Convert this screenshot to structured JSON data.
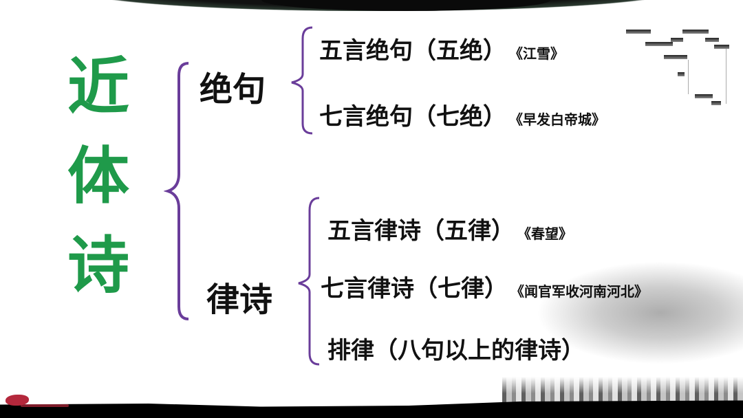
{
  "title": "近体诗",
  "title_chars": [
    "近",
    "体",
    "诗"
  ],
  "colors": {
    "title_green": "#1f9a4a",
    "brace_purple": "#6a3d9a",
    "text": "#111111"
  },
  "categories": [
    {
      "label": "绝句",
      "items": [
        {
          "label": "五言绝句（五绝）",
          "example": "《江雪》"
        },
        {
          "label": "七言绝句（七绝）",
          "example": "《早发白帝城》"
        }
      ]
    },
    {
      "label": "律诗",
      "items": [
        {
          "label": "五言律诗（五律）",
          "example": "《春望》"
        },
        {
          "label": "七言律诗（七律）",
          "example": "《闻官军收河南河北》"
        },
        {
          "label": "排律（八句以上的律诗）",
          "example": ""
        }
      ]
    }
  ]
}
